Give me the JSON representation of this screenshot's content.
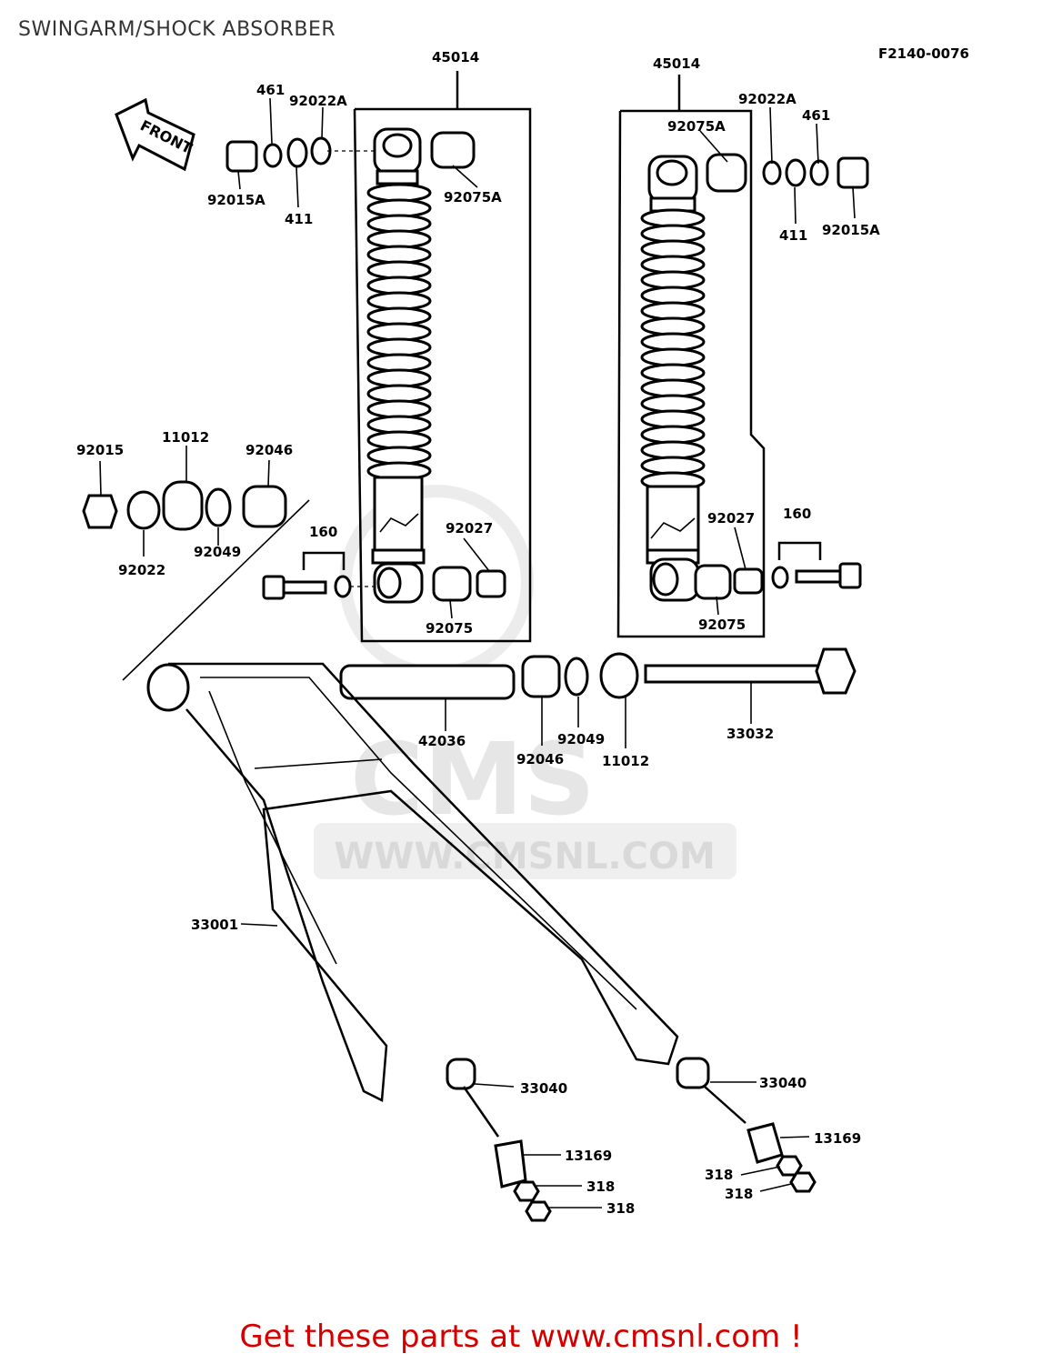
{
  "title": "SWINGARM/SHOCK ABSORBER",
  "diagram_code": "F2140-0076",
  "front_label": "FRONT",
  "watermark": {
    "brand": "CMS",
    "url": "WWW.CMSNL.COM"
  },
  "call_to_action": "Get these parts at www.cmsnl.com !",
  "colors": {
    "cta": "#d40000",
    "line": "#000000",
    "watermark": "#e6e6e6"
  },
  "labels": {
    "l45014_left": "45014",
    "l45014_right": "45014",
    "l461_left": "461",
    "l461_right": "461",
    "l92022A_left": "92022A",
    "l92022A_right": "92022A",
    "l92015A_left": "92015A",
    "l92015A_right": "92015A",
    "l411_left": "411",
    "l411_right": "411",
    "l92075A_left": "92075A",
    "l92075A_right": "92075A",
    "l92015": "92015",
    "l11012_top": "11012",
    "l92046_top": "92046",
    "l92022": "92022",
    "l92049_top": "92049",
    "l160_left": "160",
    "l160_right": "160",
    "l92027_left": "92027",
    "l92027_right": "92027",
    "l92075_left": "92075",
    "l92075_right": "92075",
    "l42036": "42036",
    "l92046_bottom": "92046",
    "l92049_bottom": "92049",
    "l11012_bottom": "11012",
    "l33032": "33032",
    "l33001": "33001",
    "l33040_left": "33040",
    "l33040_right": "33040",
    "l13169_left": "13169",
    "l13169_right": "13169",
    "l318_a": "318",
    "l318_b": "318",
    "l318_c": "318",
    "l318_d": "318"
  }
}
